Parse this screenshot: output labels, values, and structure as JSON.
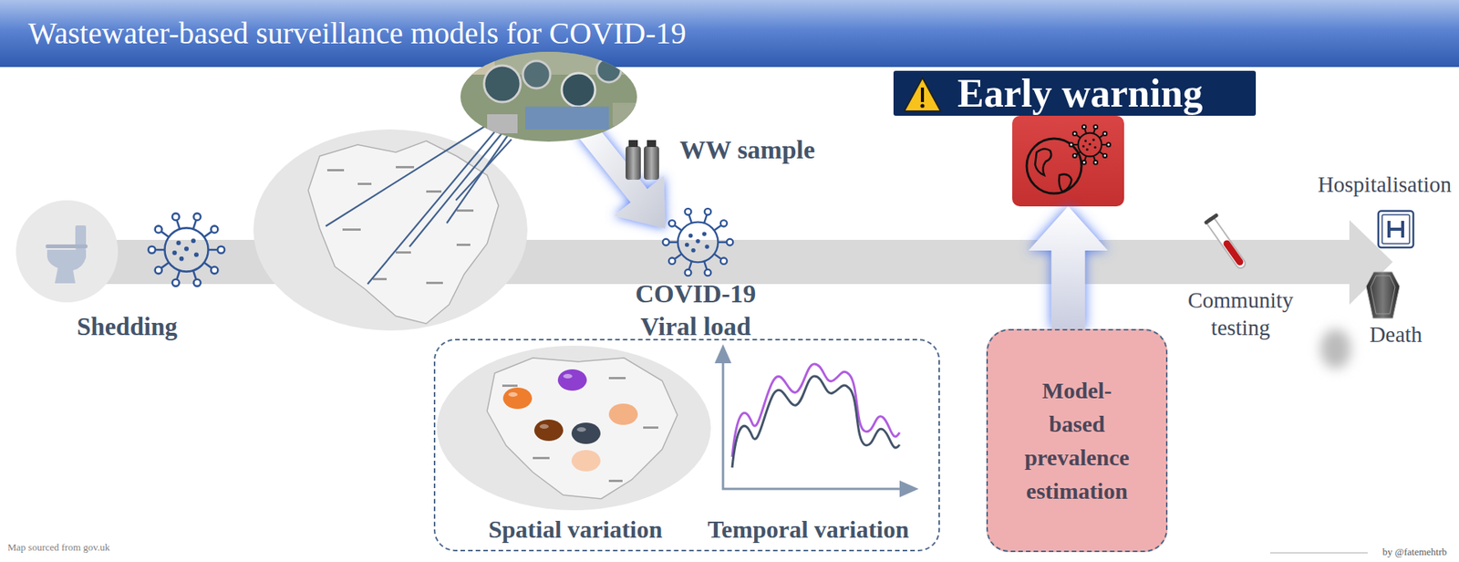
{
  "diagram": {
    "title": "Wastewater-based surveillance models for COVID-19",
    "nodes": [
      {
        "text": [
          "Early warning"
        ]
      },
      {
        "text": [
          "Spatial variation",
          "Temporal variation"
        ]
      },
      {
        "text": [
          "Model-based prevalence estimation"
        ]
      }
    ],
    "edges": [
      {
        "from": 2,
        "to": 0,
        "arrow": "to"
      }
    ],
    "labels": [
      "Shedding",
      "WW sample",
      "COVID-19 Viral load",
      "Community testing",
      "Hospitalisation",
      "Death",
      "Map sourced from gov.uk",
      "by @fatemehtrb"
    ]
  }
}
